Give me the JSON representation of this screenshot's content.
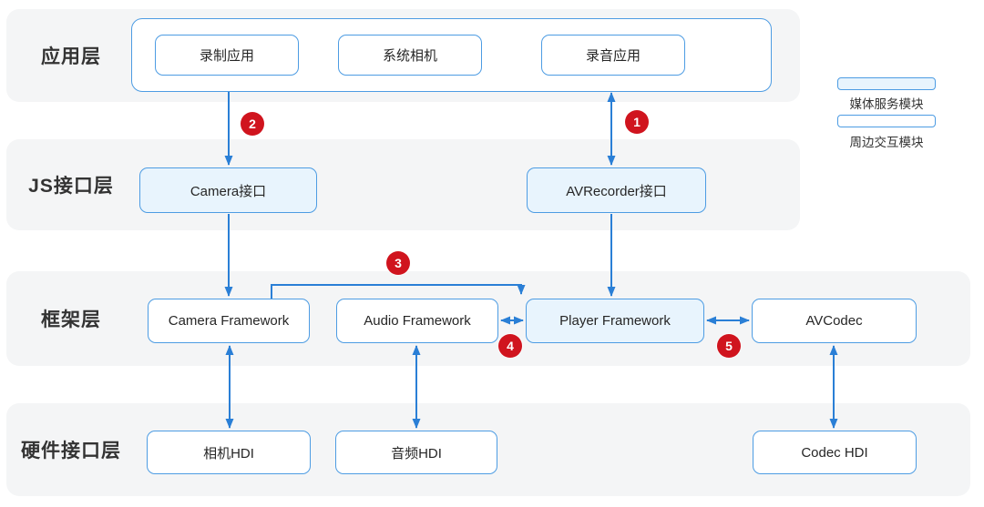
{
  "layers": [
    {
      "name": "应用层",
      "nodes": [
        {
          "label": "录制应用",
          "type": "peripheral"
        },
        {
          "label": "系统相机",
          "type": "peripheral"
        },
        {
          "label": "录音应用",
          "type": "peripheral"
        }
      ]
    },
    {
      "name": "JS接口层",
      "nodes": [
        {
          "label": "Camera接口",
          "type": "media"
        },
        {
          "label": "AVRecorder接口",
          "type": "media"
        }
      ]
    },
    {
      "name": "框架层",
      "nodes": [
        {
          "label": "Camera Framework",
          "type": "peripheral"
        },
        {
          "label": "Audio Framework",
          "type": "peripheral"
        },
        {
          "label": "Player Framework",
          "type": "media"
        },
        {
          "label": "AVCodec",
          "type": "peripheral"
        }
      ]
    },
    {
      "name": "硬件接口层",
      "nodes": [
        {
          "label": "相机HDI",
          "type": "peripheral"
        },
        {
          "label": "音频HDI",
          "type": "peripheral"
        },
        {
          "label": "Codec HDI",
          "type": "peripheral"
        }
      ]
    }
  ],
  "badges": [
    "1",
    "2",
    "3",
    "4",
    "5"
  ],
  "legend": [
    {
      "label": "媒体服务模块",
      "swatch": "media"
    },
    {
      "label": "周边交互模块",
      "swatch": "peripheral"
    }
  ],
  "colors": {
    "box_border_blue": "#4d9ce3",
    "arrow_blue": "#2a7fd6",
    "media_fill": "#e8f4fd",
    "badge_red": "#d0141e",
    "band_gray": "#f4f5f6",
    "text": "#262626"
  }
}
